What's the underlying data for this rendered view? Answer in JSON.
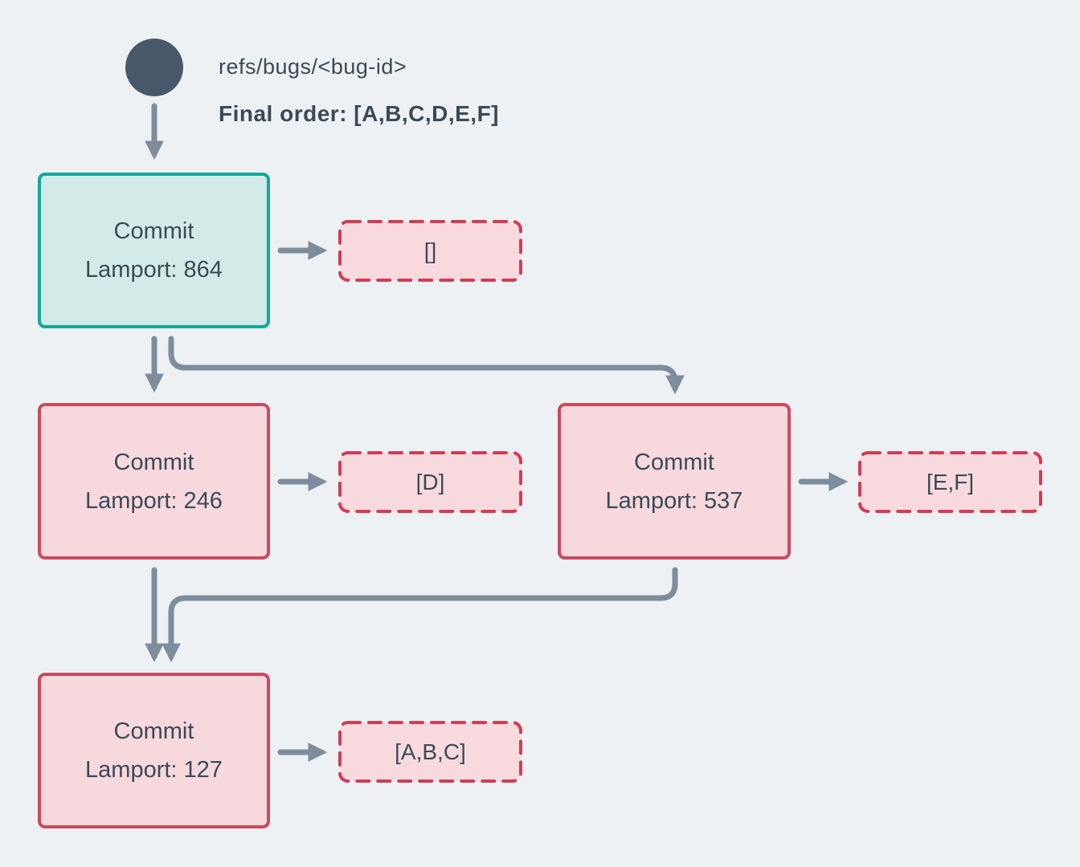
{
  "colors": {
    "background": "#edf1f4",
    "arrow": "#7d8d9c",
    "node_text": "#3a4a57",
    "teal_node_border": "#15a797",
    "teal_node_fill": "#d3ebe8",
    "red_node_border": "#cb4a5f",
    "pink_node_fill": "#f7d8dd",
    "dashed_box_border": "#d23c55",
    "dashed_box_fill": "#f8dade",
    "ref_circle_fill": "#48586a"
  },
  "header": {
    "ref_label": "refs/bugs/<bug-id>",
    "final_order_label": "Final order: [A,B,C,D,E,F]"
  },
  "nodes": [
    {
      "id": "commit-864",
      "title": "Commit",
      "subtitle": "Lamport: 864",
      "variant": "teal",
      "ops": "[]"
    },
    {
      "id": "commit-246",
      "title": "Commit",
      "subtitle": "Lamport: 246",
      "variant": "pink",
      "ops": "[D]"
    },
    {
      "id": "commit-537",
      "title": "Commit",
      "subtitle": "Lamport: 537",
      "variant": "pink",
      "ops": "[E,F]"
    },
    {
      "id": "commit-127",
      "title": "Commit",
      "subtitle": "Lamport: 127",
      "variant": "pink",
      "ops": "[A,B,C]"
    }
  ],
  "edges": [
    {
      "from": "ref",
      "to": "commit-864"
    },
    {
      "from": "commit-864",
      "to": "commit-246"
    },
    {
      "from": "commit-864",
      "to": "commit-537"
    },
    {
      "from": "commit-246",
      "to": "commit-127"
    },
    {
      "from": "commit-537",
      "to": "commit-127"
    },
    {
      "from": "commit-864",
      "to": "ops []"
    },
    {
      "from": "commit-246",
      "to": "ops [D]"
    },
    {
      "from": "commit-537",
      "to": "ops [E,F]"
    },
    {
      "from": "commit-127",
      "to": "ops [A,B,C]"
    }
  ]
}
